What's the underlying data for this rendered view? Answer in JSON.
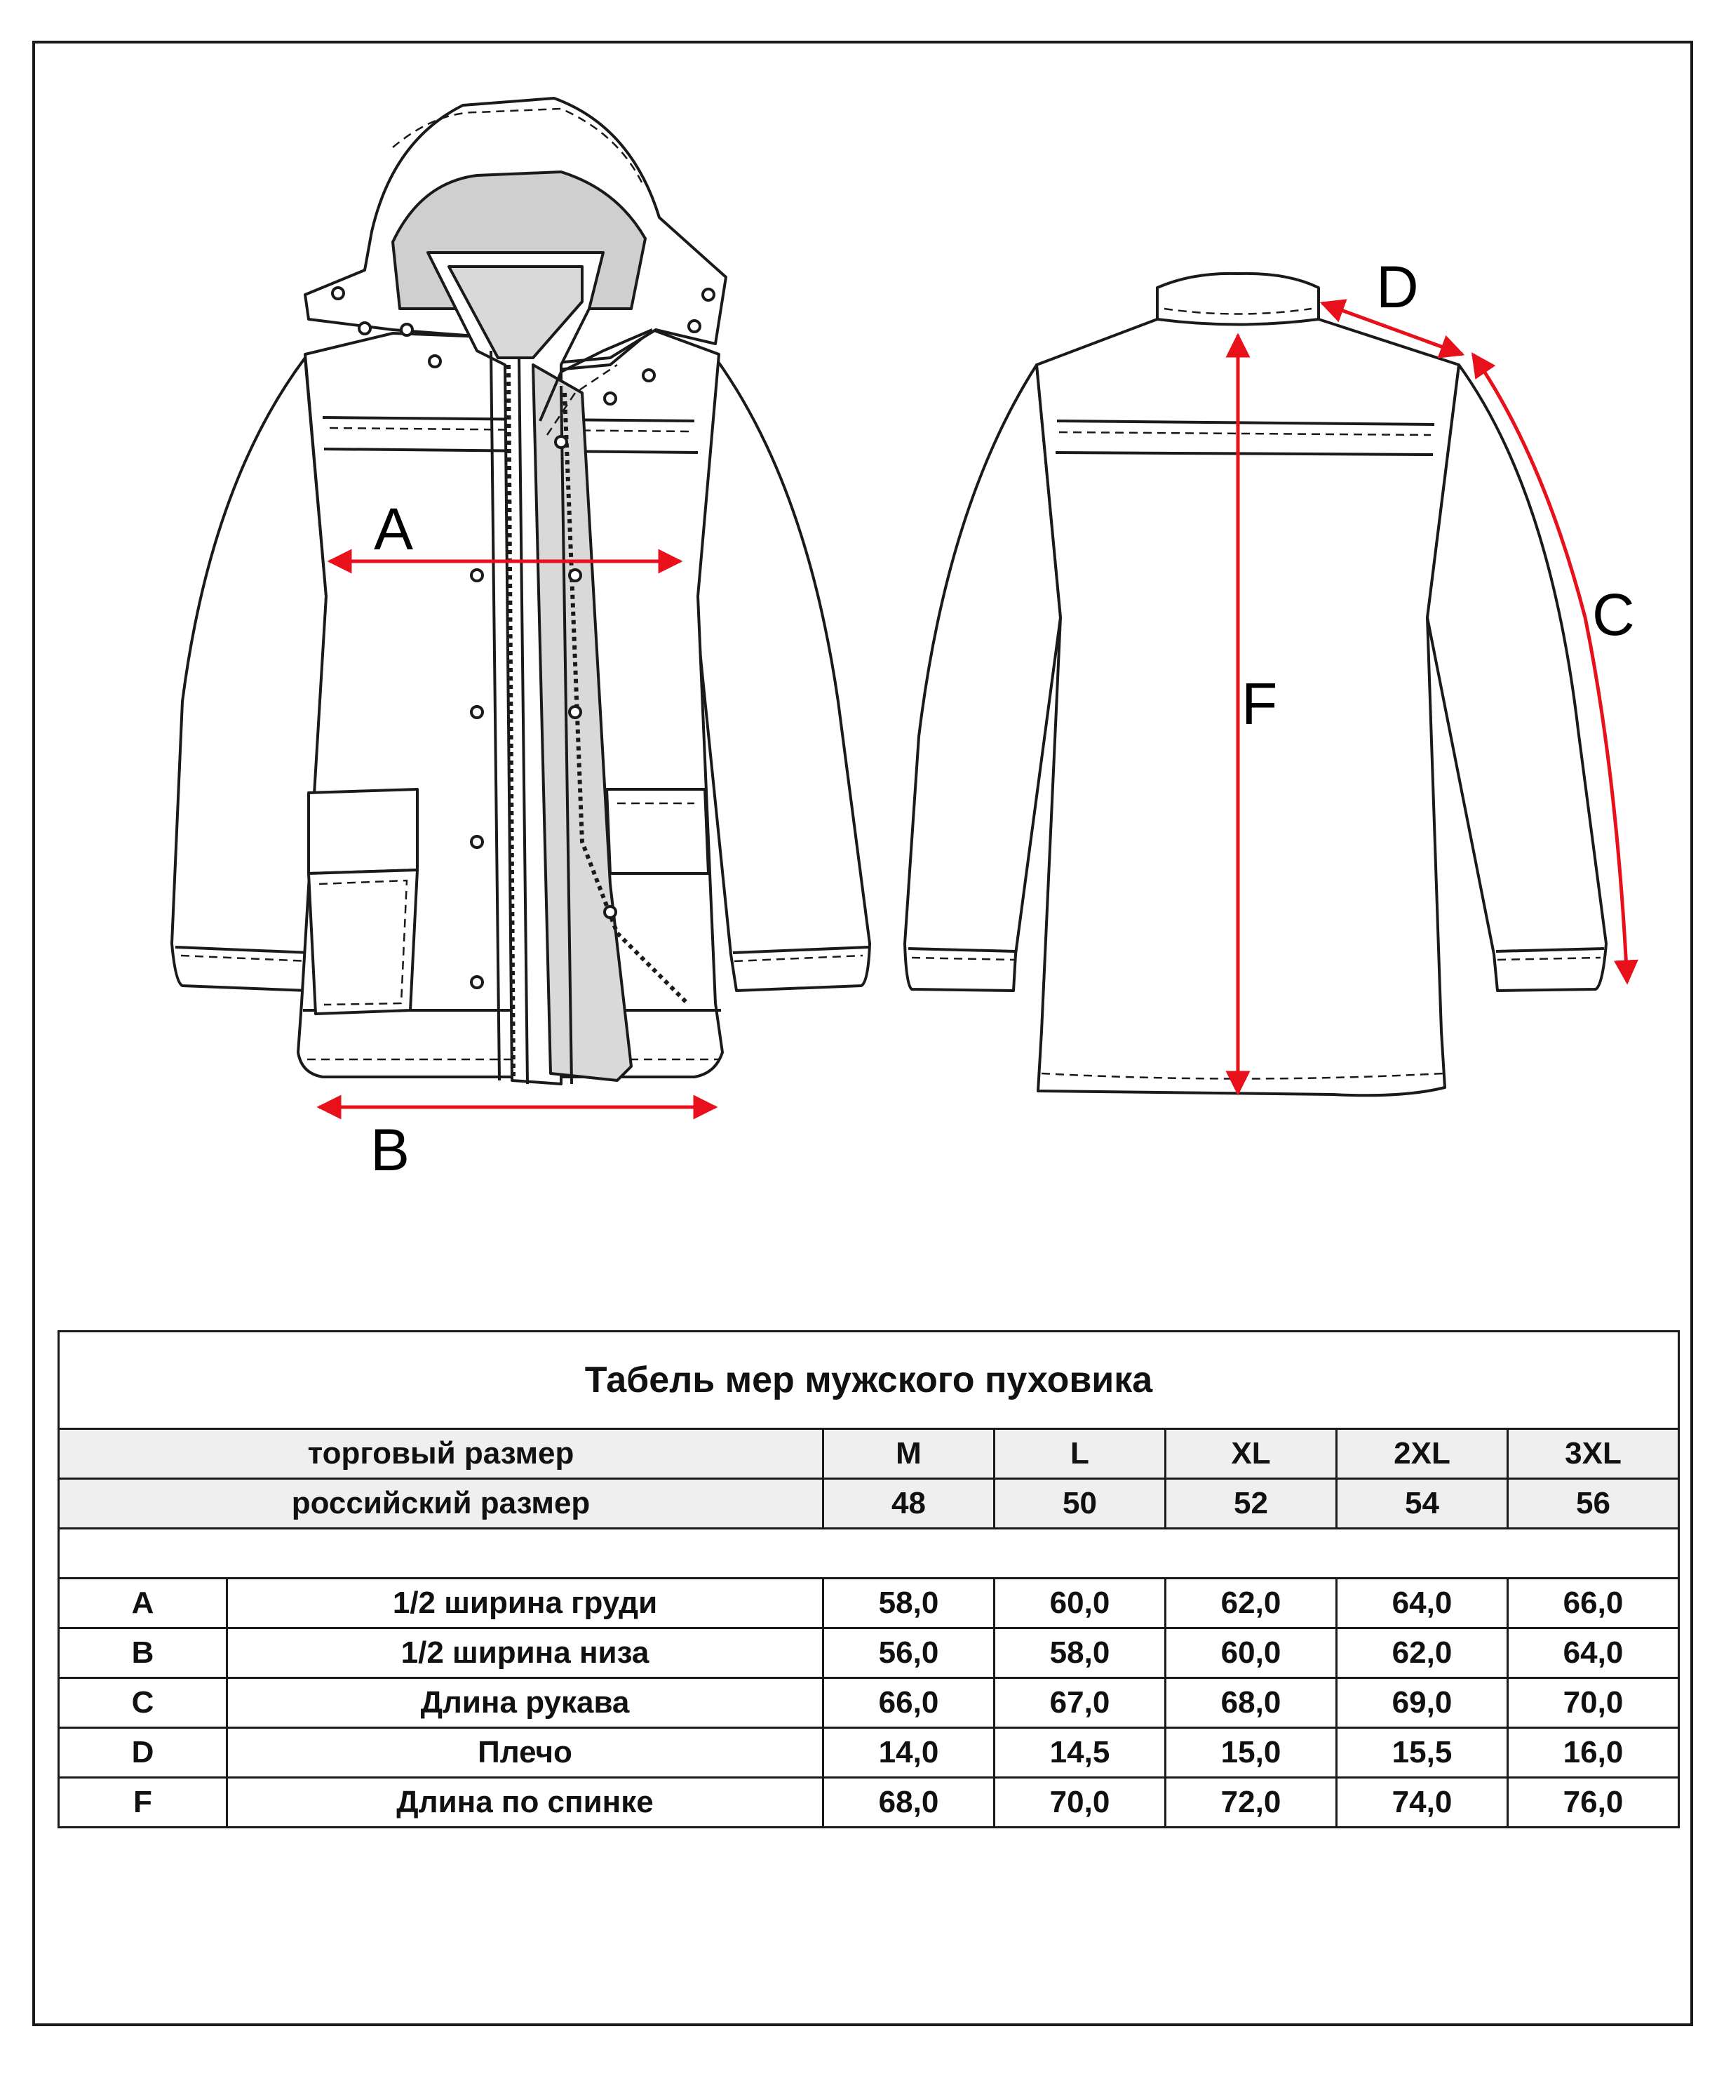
{
  "labels": {
    "a": "A",
    "b": "B",
    "c": "C",
    "d": "D",
    "f": "F"
  },
  "colors": {
    "arrow": "#e8101a",
    "outline": "#1a1a1a",
    "lining": "#d9d9d9",
    "hood_inner": "#cfcfcf"
  },
  "table": {
    "title": "Табель мер мужского пуховика",
    "trade_size_label": "торговый размер",
    "trade_sizes": [
      "M",
      "L",
      "XL",
      "2XL",
      "3XL"
    ],
    "russian_size_label": "российский размер",
    "russian_sizes": [
      "48",
      "50",
      "52",
      "54",
      "56"
    ],
    "rows": [
      {
        "code": "A",
        "name": "1/2 ширина груди",
        "values": [
          "58,0",
          "60,0",
          "62,0",
          "64,0",
          "66,0"
        ]
      },
      {
        "code": "B",
        "name": "1/2 ширина низа",
        "values": [
          "56,0",
          "58,0",
          "60,0",
          "62,0",
          "64,0"
        ]
      },
      {
        "code": "C",
        "name": "Длина рукава",
        "values": [
          "66,0",
          "67,0",
          "68,0",
          "69,0",
          "70,0"
        ]
      },
      {
        "code": "D",
        "name": "Плечо",
        "values": [
          "14,0",
          "14,5",
          "15,0",
          "15,5",
          "16,0"
        ]
      },
      {
        "code": "F",
        "name": "Длина по спинке",
        "values": [
          "68,0",
          "70,0",
          "72,0",
          "74,0",
          "76,0"
        ]
      }
    ]
  }
}
